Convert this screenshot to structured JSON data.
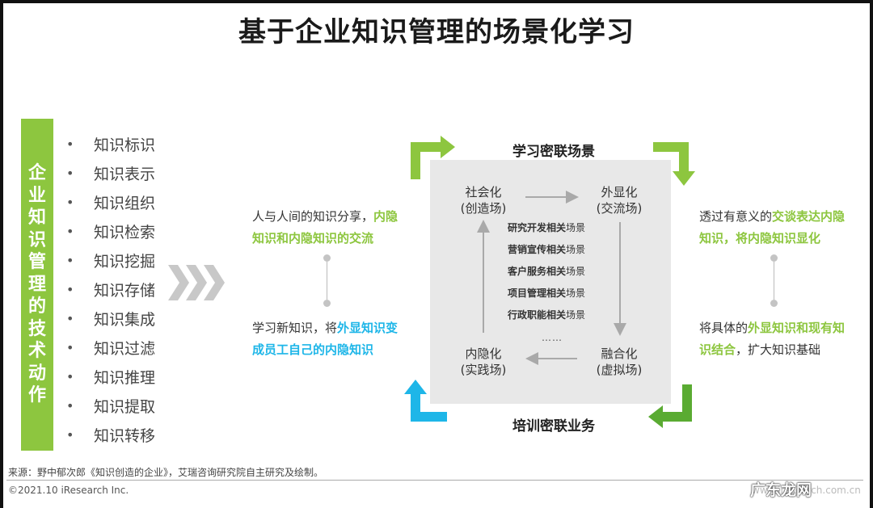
{
  "title": "基于企业知识管理的场景化学习",
  "left_panel": {
    "vertical_label": "企业知识管理的技术动作",
    "items": [
      "知识标识",
      "知识表示",
      "知识组织",
      "知识检索",
      "知识挖掘",
      "知识存储",
      "知识集成",
      "知识过滤",
      "知识推理",
      "知识提取",
      "知识转移"
    ]
  },
  "left_texts": {
    "top": {
      "pre": "人与人间的知识分享，",
      "highlight": "内隐知识和内隐知识的交流",
      "post": ""
    },
    "bottom": {
      "pre": "学习新知识，将",
      "highlight": "外显知识变成员工自己的内隐知识",
      "post": ""
    }
  },
  "right_texts": {
    "top": {
      "pre": "透过有意义的",
      "highlight": "交谈表达内隐知识，将内隐知识显化",
      "post": ""
    },
    "bottom": {
      "pre": "将具体的",
      "highlight": "外显知识和现有知识结合",
      "post": "，扩大知识基础"
    }
  },
  "cycle": {
    "top_label": "学习密联场景",
    "bottom_label": "培训密联业务",
    "nodes": {
      "socialization": {
        "name": "社会化",
        "sub": "(创造场)"
      },
      "externalization": {
        "name": "外显化",
        "sub": "(交流场)"
      },
      "internalization": {
        "name": "内隐化",
        "sub": "(实践场)"
      },
      "combination": {
        "name": "融合化",
        "sub": "(虚拟场)"
      }
    },
    "scenarios": [
      {
        "bold": "研究开发相关",
        "rest": "场景"
      },
      {
        "bold": "营销宣传相关",
        "rest": "场景"
      },
      {
        "bold": "客户服务相关",
        "rest": "场景"
      },
      {
        "bold": "项目管理相关",
        "rest": "场景"
      },
      {
        "bold": "行政职能相关",
        "rest": "场景"
      }
    ],
    "ellipsis": "……"
  },
  "colors": {
    "green": "#8dc63f",
    "dark_green": "#5aab32",
    "cyan": "#1eb6e8",
    "gray_box": "#e8e8e8"
  },
  "footer": {
    "source": "来源：野中郁次郎《知识创造的企业》，艾瑞咨询研究院自主研究及绘制。",
    "copyright": "©2021.10 iResearch Inc.",
    "watermark": "广东龙网",
    "watermark_url": "www.iresearch.com.cn"
  }
}
